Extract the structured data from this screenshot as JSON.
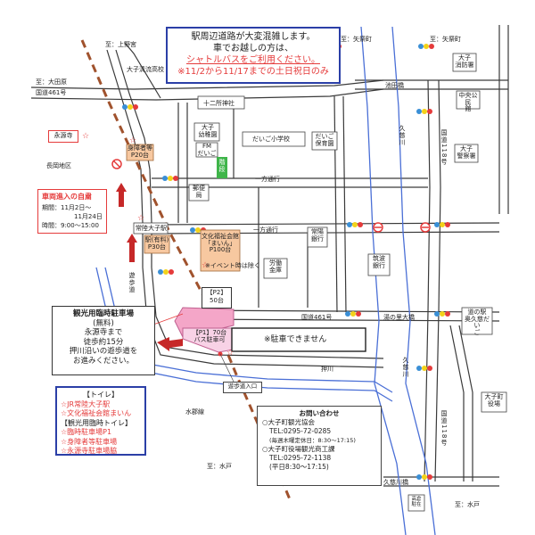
{
  "notice": {
    "line1": "駅周辺道路が大変混雑します。",
    "line2": "車でお越しの方は、",
    "line3": "シャトルバスをご利用ください。",
    "line4": "※11/2から11/17までの土日祝日のみ"
  },
  "roads": {
    "to_kaminomiya": "至：上野宮",
    "to_yamizo_1": "至：矢祭町",
    "to_yamizo_2": "至：矢祭町",
    "to_ota_1": "至：大田原",
    "to_ota_2": "国道461号",
    "route461": "国道461号",
    "route118_a": "国道118号",
    "route118_b": "国道118号",
    "ippou_1": "一方通行",
    "ippou_2": "一方通行",
    "to_mito_1": "至：水戸",
    "to_mito_2": "至：水戸",
    "suigun_line": "水郡線"
  },
  "places": {
    "daigo_seiryo_hs": "大子清流高校",
    "juni_shrine": "十二所神社",
    "daigo_kindergarten": "大子\n幼稚園",
    "fm_daigo": "FM\nだいご",
    "daigo_elementary": "だいご小学校",
    "daigo_nursery": "だいご\n保育園",
    "ikegami_bridge": "池田橋",
    "kuji_river_1": "久慈川",
    "kuji_river_2": "久慈川",
    "fire_station": "大子\n消防署",
    "community_hall": "中央公民\n館",
    "police": "大子\n警察署",
    "eiganji": "永源寺",
    "nagaoka": "長岡地区",
    "handicapped_parking": "身障者等\nP20台",
    "post_office": "郵便\n局",
    "stairs": "階段",
    "hitachi_daigo_station": "常陸大子駅",
    "station_paid_parking": "駅(有料)\nP30台",
    "bunka_kaikan": "文化福祉会館\n「まいん」\nP100台",
    "event_note": "※イベント時は除く",
    "labor_bank": "労働\n金庫",
    "joyo_bank": "常陽\n銀行",
    "tsukuba_bank": "筑波\n銀行",
    "yunosato_bridge": "湯の里大橋",
    "michi_no_eki": "道の駅\n奥久慈だい\nご",
    "p2": "【P2】",
    "p2_count": "50台",
    "p1": "【P1】70台\nバス駐車可",
    "no_parking": "※駐車できません",
    "oshigawa": "押川",
    "yuhodo": "遊歩道",
    "yuhodo_entrance": "遊歩道入口",
    "daigo_town_hall": "大子町\n役場",
    "kujibashi": "久慈川橋",
    "kouban": "高倉\n駐在",
    "kuji_river_3": "久慈川"
  },
  "closure": {
    "title": "車両進入の自粛",
    "period_a": "期間：11月2日～",
    "period_b": "11月24日",
    "time": "時間：9:00～15:00"
  },
  "parking_info": {
    "l1": "観光用臨時駐車場",
    "l2": "(無料)",
    "l3": "永源寺まで",
    "l4": "徒歩約15分",
    "l5": "押川沿いの遊歩道を",
    "l6": "お進みください。"
  },
  "legend": {
    "l1": "【トイレ】",
    "l2": "☆JR常陸大子駅",
    "l3": "☆文化福祉会館まいん",
    "l4": "【観光用臨時トイレ】",
    "l5": "☆臨時駐車場P1",
    "l6": "☆身障者等駐車場",
    "l7": "☆永源寺駐車場脇"
  },
  "contact": {
    "title": "お問い合わせ",
    "org1": "○大子町観光協会",
    "tel1": "TEL:0295-72-0285",
    "hours1": "(毎週木曜定休日：8:30～17:15)",
    "org2": "○大子町役場観光商工課",
    "tel2": "TEL:0295-72-1138",
    "hours2": "(平日8:30～17:15)"
  },
  "colors": {
    "road_line": "#3a3a3a",
    "rail_dash": "#a0522d",
    "river": "#4a6fd6",
    "star": "#e53b3b",
    "notice_border": "#2b3fa7",
    "p2_fill": "#f4a6c8",
    "building_orange": "#f7c8a0",
    "stairs_green": "#3fb54a"
  }
}
